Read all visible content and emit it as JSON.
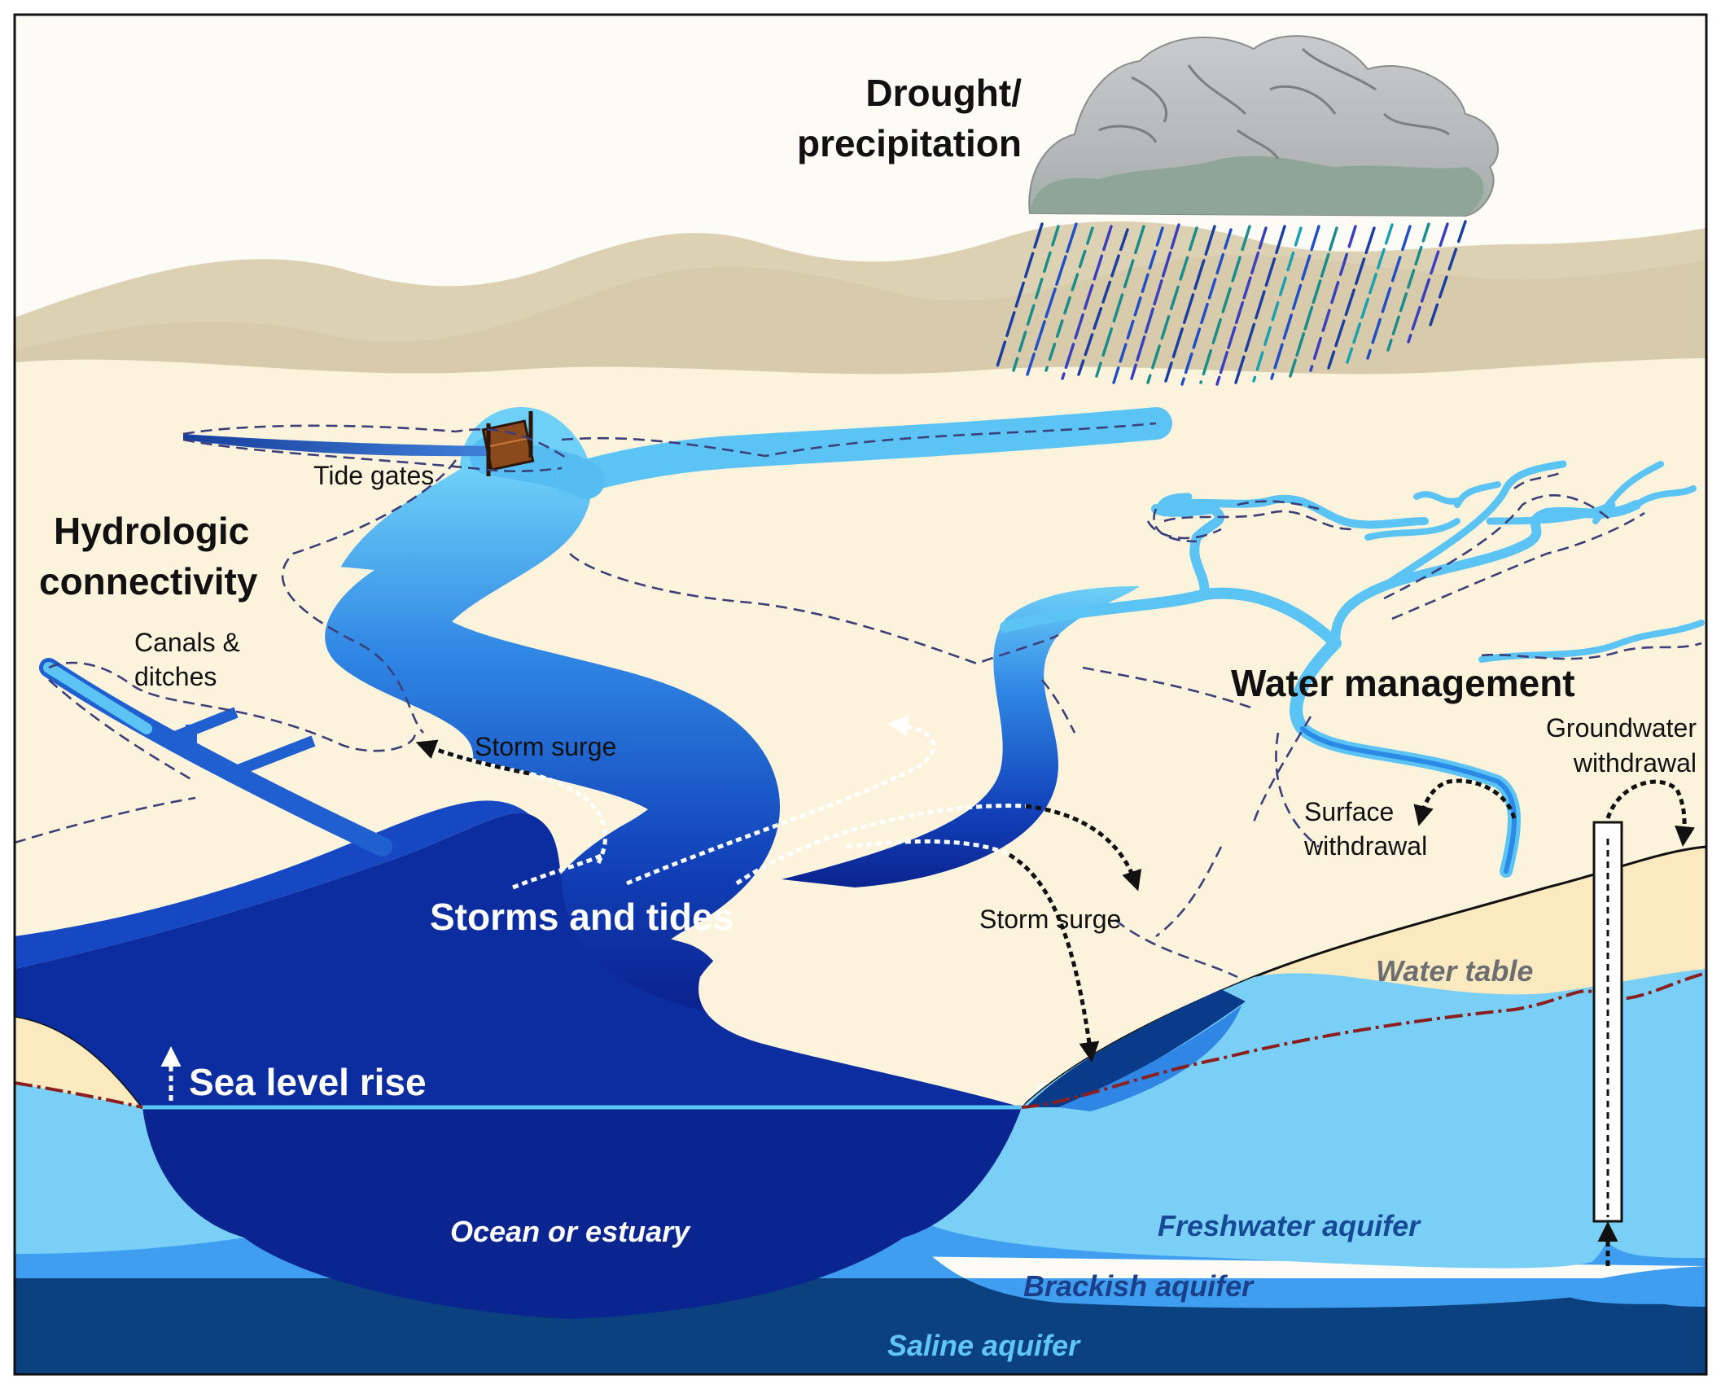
{
  "labels": {
    "drought_line1": "Drought/",
    "drought_line2": "precipitation",
    "tide_gates": "Tide gates",
    "hydrologic_line1": "Hydrologic",
    "hydrologic_line2": "connectivity",
    "canals_line1": "Canals &",
    "canals_line2": "ditches",
    "storm_surge_left": "Storm surge",
    "storm_surge_right": "Storm surge",
    "water_management": "Water management",
    "groundwater_line1": "Groundwater",
    "groundwater_line2": "withdrawal",
    "surface_line1": "Surface",
    "surface_line2": "withdrawal",
    "storms_tides": "Storms and tides",
    "water_table": "Water table",
    "sea_level_rise": "Sea level rise",
    "ocean": "Ocean or estuary",
    "freshwater": "Freshwater aquifer",
    "brackish": "Brackish aquifer",
    "saline": "Saline aquifer"
  },
  "colors": {
    "sky": "#fdfbf6",
    "hills": "#dcd0b3",
    "land": "#fcf3dc",
    "river_light": "#5fc6f5",
    "river_mid": "#2f7fe0",
    "river_dark": "#0e2c9a",
    "ocean": "#0a2590",
    "fresh_aquifer": "#79cff6",
    "brackish_aquifer": "#3f9ef0",
    "saline_aquifer": "#0b417e",
    "water_table_line": "#8b1e1e",
    "gate": "#8a4a1c",
    "cloud": "#b9bbbd",
    "cloud_base": "#8fa597"
  }
}
